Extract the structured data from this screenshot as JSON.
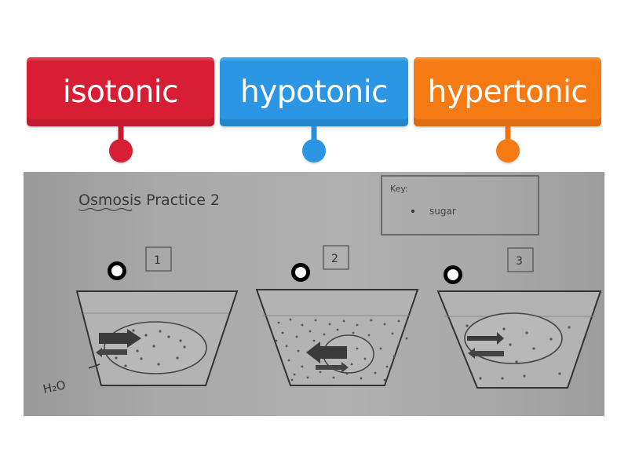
{
  "labels": [
    {
      "text": "isotonic",
      "color": "#d81e34",
      "dark": "#b8162a"
    },
    {
      "text": "hypotonic",
      "color": "#2b96e3",
      "dark": "#1f7fc6"
    },
    {
      "text": "hypertonic",
      "color": "#f57a14",
      "dark": "#d9650a"
    }
  ],
  "worksheet": {
    "title": "Osmosis Practice 2",
    "key_label": "Key:",
    "key_item": "sugar",
    "beakers": [
      {
        "number": "1",
        "annotation": "H₂O"
      },
      {
        "number": "2"
      },
      {
        "number": "3"
      }
    ]
  },
  "pins": [
    {
      "id": "pin-1"
    },
    {
      "id": "pin-2"
    },
    {
      "id": "pin-3"
    }
  ]
}
